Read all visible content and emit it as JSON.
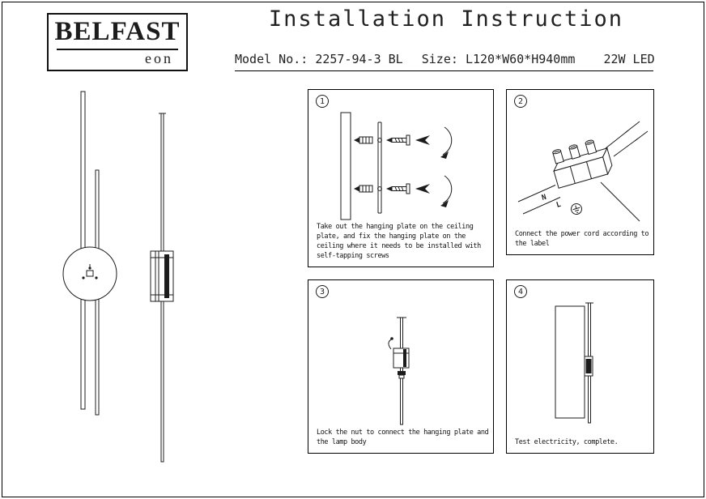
{
  "brand": {
    "name": "BELFAST",
    "sub": "eon"
  },
  "header": {
    "title": "Installation Instruction",
    "model_label": "Model No.:",
    "model_value": "2257-94-3 BL",
    "size_label": "Size:",
    "size_value": "L120*W60*H940mm",
    "wattage": "22W LED"
  },
  "steps": [
    {
      "number": "1",
      "caption": "Take out the hanging plate on the ceiling plate, and fix the hanging plate on the ceiling where it needs to be installed with self-tapping screws"
    },
    {
      "number": "2",
      "caption": "Connect the power cord according to the label"
    },
    {
      "number": "3",
      "caption": "Lock the nut to connect the hanging plate and the lamp body"
    },
    {
      "number": "4",
      "caption": "Test electricity, complete."
    }
  ],
  "wiring": {
    "neutral": "N",
    "live": "L"
  },
  "colors": {
    "ink": "#1c1c1c",
    "paper": "#ffffff"
  }
}
